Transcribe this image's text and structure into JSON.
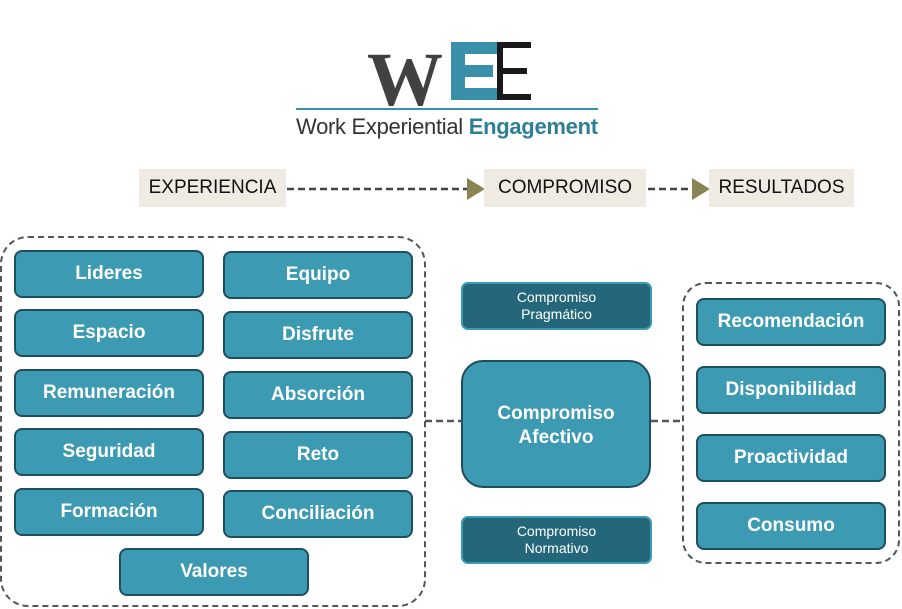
{
  "logo": {
    "letters": "WEE",
    "subtitle_part1": "Work ",
    "subtitle_part2": "Experiential ",
    "subtitle_part3": "Engagement",
    "colors": {
      "w": "#414141",
      "e1": "#3a8fa9",
      "e2": "#1a1a1a"
    }
  },
  "flow": {
    "experiencia": "EXPERIENCIA",
    "compromiso": "COMPROMISO",
    "resultados": "RESULTADOS"
  },
  "experiencia_factors": {
    "left": [
      "Lideres",
      "Espacio",
      "Remuneración",
      "Seguridad",
      "Formación"
    ],
    "right": [
      "Equipo",
      "Disfrute",
      "Absorción",
      "Reto",
      "Conciliación"
    ],
    "bottom": "Valores"
  },
  "compromiso": {
    "pragmatico_l1": "Compromiso",
    "pragmatico_l2": "Pragmático",
    "afectivo_l1": "Compromiso",
    "afectivo_l2": "Afectivo",
    "normativo_l1": "Compromiso",
    "normativo_l2": "Normativo"
  },
  "resultados": [
    "Recomendación",
    "Disponibilidad",
    "Proactividad",
    "Consumo"
  ],
  "colors": {
    "box_fill": "#3c9bb3",
    "box_border": "#1e4f5e",
    "dark_box": "#25677a",
    "label_bg": "#efebe2",
    "arrow": "#8a8455"
  }
}
